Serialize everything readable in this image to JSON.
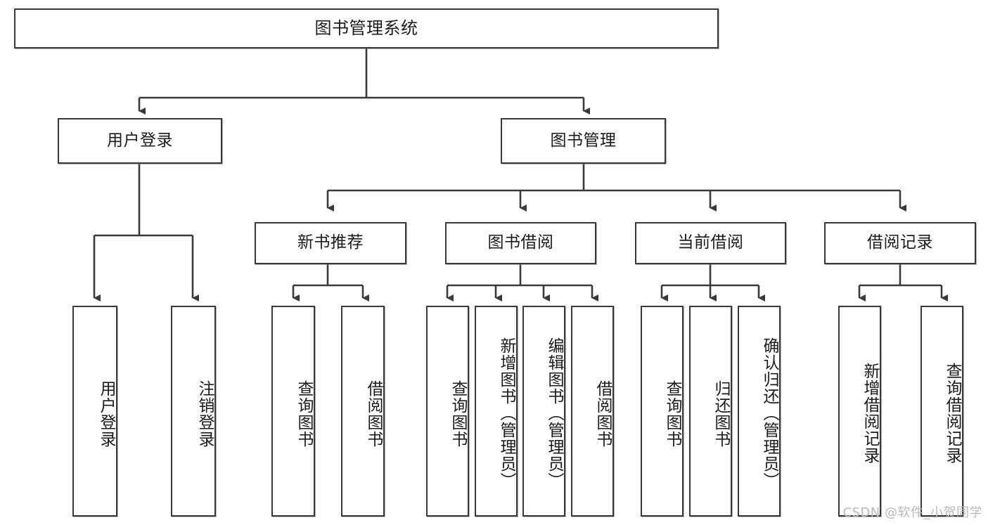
{
  "diagram": {
    "title": "图书管理系统",
    "type": "tree",
    "orientation": "top-down",
    "colors": {
      "box_border": "#3a3a3a",
      "box_fill": "#ffffff",
      "connector": "#3a3a3a",
      "text": "#1b1b1b",
      "watermark": "#b9b9b9",
      "background": "#ffffff"
    },
    "root": {
      "label": "图书管理系统"
    },
    "level2": [
      {
        "label": "用户登录"
      },
      {
        "label": "图书管理"
      }
    ],
    "level3": [
      {
        "label": "新书推荐"
      },
      {
        "label": "图书借阅"
      },
      {
        "label": "当前借阅"
      },
      {
        "label": "借阅记录"
      }
    ],
    "leaves": {
      "user_login": [
        {
          "label": "用户登录"
        },
        {
          "label": "注销登录"
        }
      ],
      "new_book_recommend": [
        {
          "label": "查询图书"
        },
        {
          "label": "借阅图书"
        }
      ],
      "book_borrow": [
        {
          "label": "查询图书"
        },
        {
          "label": "新增图书（管理员）"
        },
        {
          "label": "编辑图书（管理员）"
        },
        {
          "label": "借阅图书"
        }
      ],
      "current_borrow": [
        {
          "label": "查询图书"
        },
        {
          "label": "归还图书"
        },
        {
          "label": "确认归还（管理员）"
        }
      ],
      "borrow_record": [
        {
          "label": "新增借阅记录"
        },
        {
          "label": "查询借阅记录"
        }
      ]
    }
  },
  "watermark": {
    "text": "CSDN @软件_小贺同学"
  }
}
